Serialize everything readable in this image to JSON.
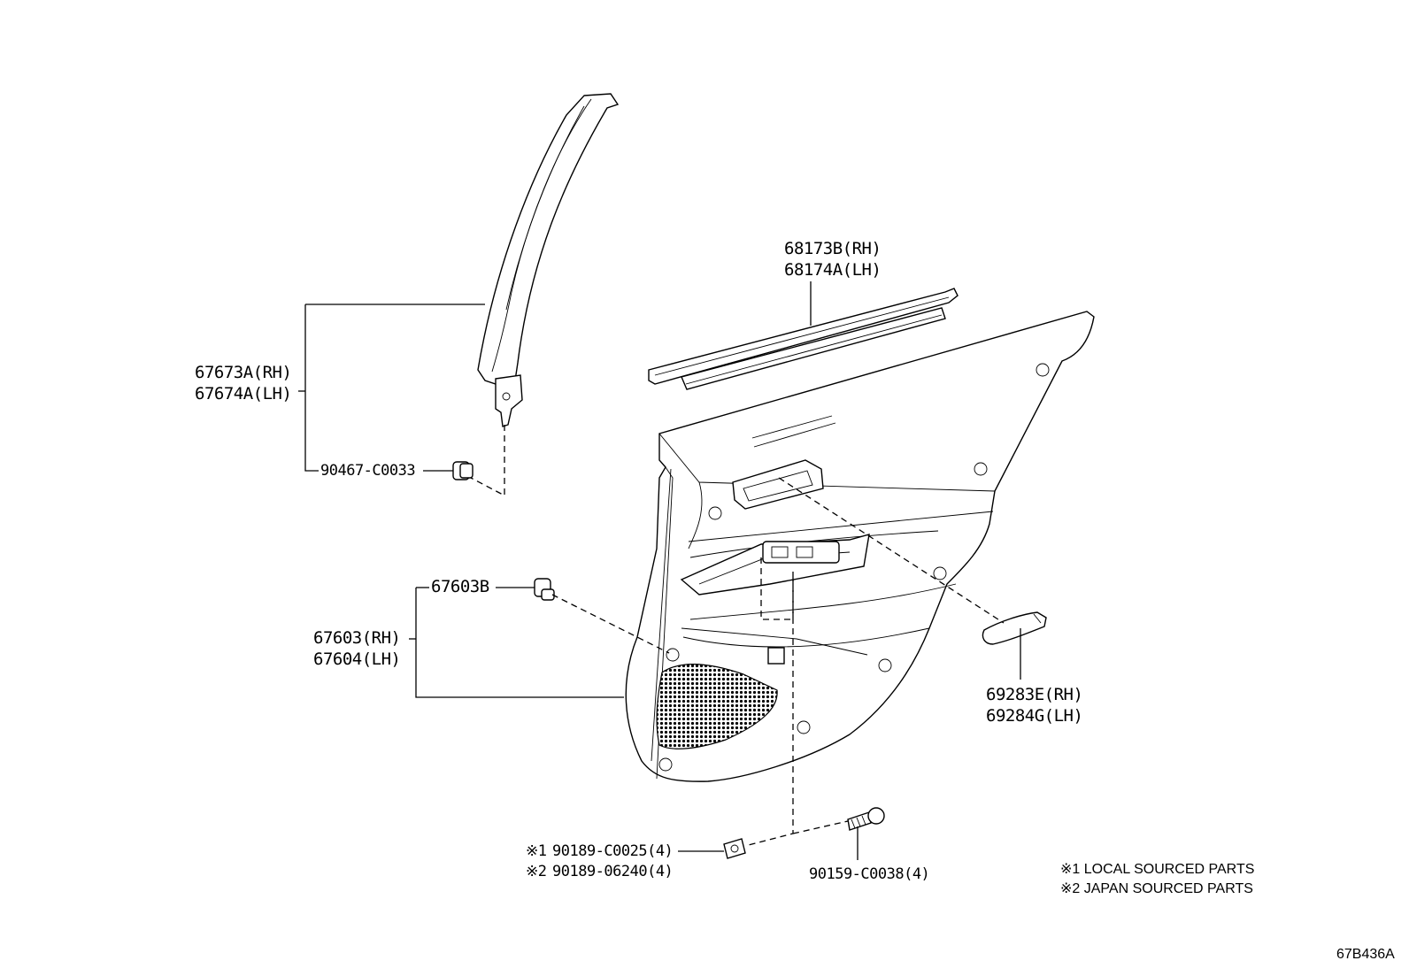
{
  "labels": {
    "pillar_garnish_rh": "67673A(RH)",
    "pillar_garnish_lh": "67674A(LH)",
    "clip_90467": "90467-C0033",
    "weatherstrip_rh": "68173B(RH)",
    "weatherstrip_lh": "68174A(LH)",
    "clip_67603b": "67603B",
    "door_trim_rh": "67603(RH)",
    "door_trim_lh": "67604(LH)",
    "cover_rh": "69283E(RH)",
    "cover_lh": "69284G(LH)",
    "screw_1_mark": "※1",
    "screw_1": "90189-C0025(4)",
    "screw_2_mark": "※2",
    "screw_2": "90189-06240(4)",
    "screw_90159": "90159-C0038(4)"
  },
  "notes": {
    "note1": "※1 LOCAL SOURCED PARTS",
    "note2": "※2 JAPAN SOURCED PARTS"
  },
  "diagram_code": "67B436A"
}
